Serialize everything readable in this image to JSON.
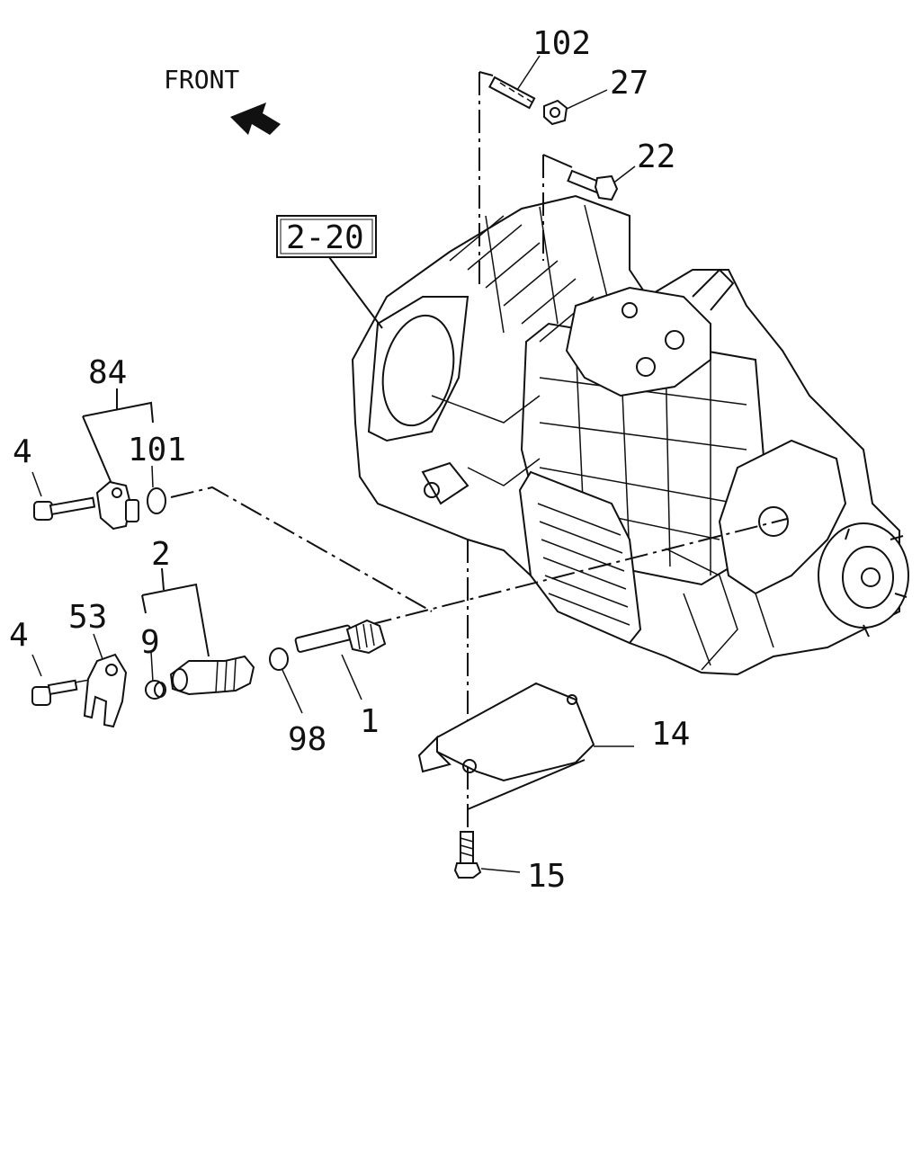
{
  "direction_label": "FRONT",
  "reference_box": "2-20",
  "callouts": {
    "c102": "102",
    "c27": "27",
    "c22": "22",
    "c84": "84",
    "c101": "101",
    "c4a": "4",
    "c2": "2",
    "c53": "53",
    "c9": "9",
    "c4b": "4",
    "c98": "98",
    "c1": "1",
    "c14": "14",
    "c15": "15"
  }
}
